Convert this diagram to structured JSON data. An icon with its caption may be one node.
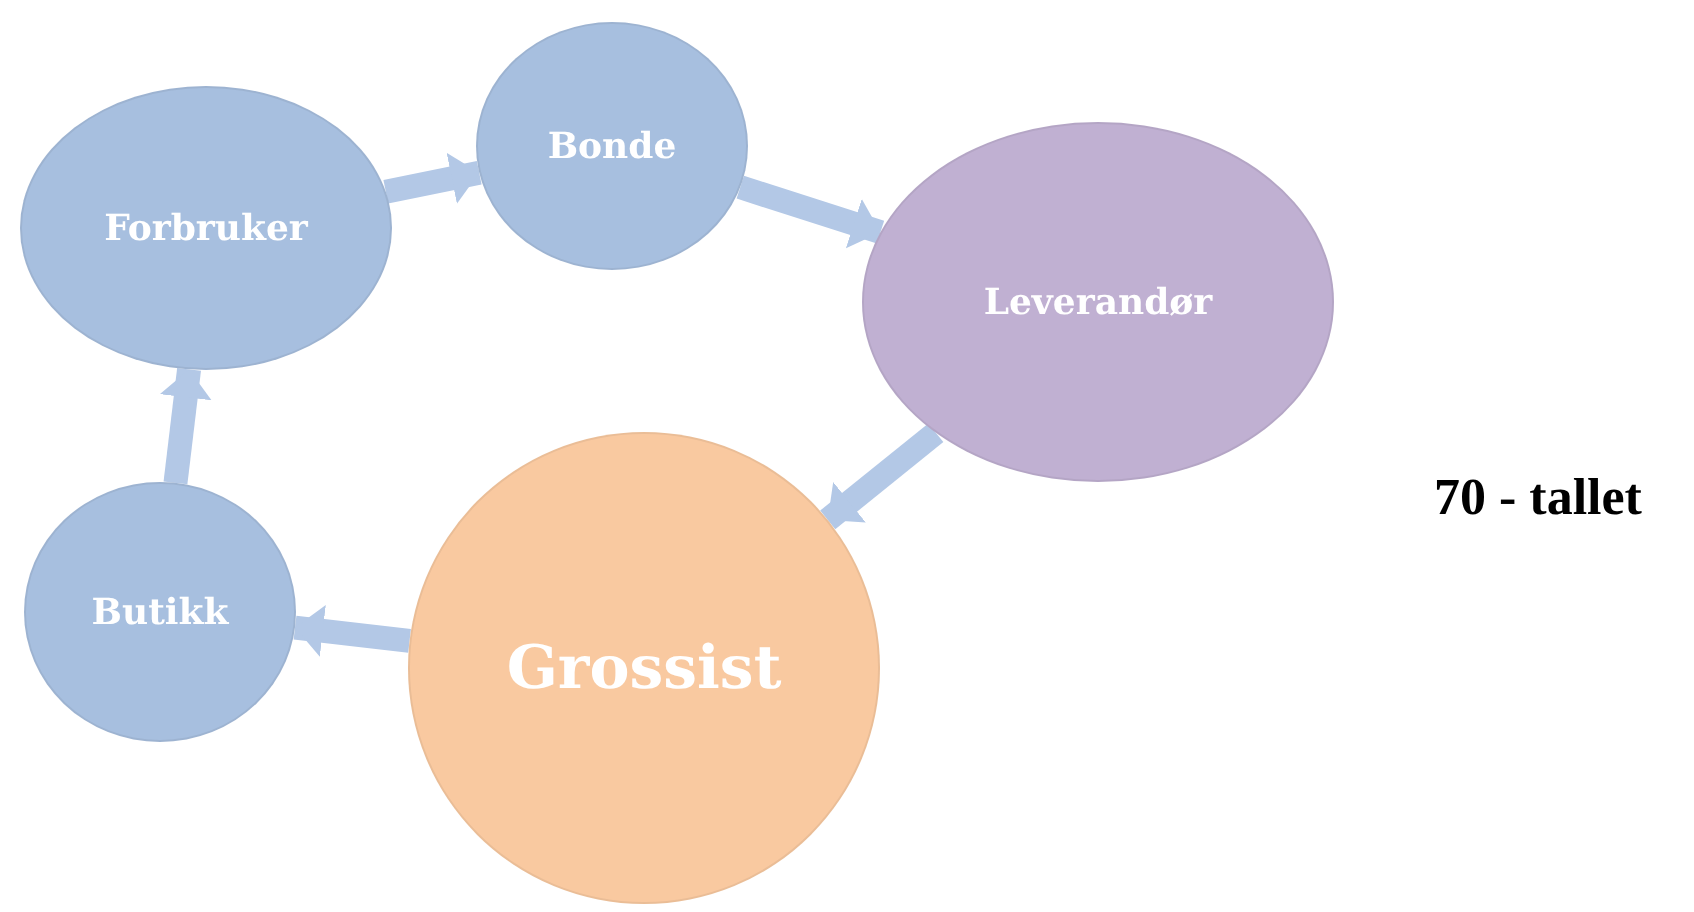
{
  "diagram": {
    "nodes": [
      {
        "text": [
          "Forbruker"
        ]
      },
      {
        "text": [
          "Bonde"
        ]
      },
      {
        "text": [
          "Leverandør"
        ]
      },
      {
        "text": [
          "Grossist"
        ]
      },
      {
        "text": [
          "Butikk"
        ]
      }
    ],
    "edges": [
      {
        "from": 0,
        "to": 1,
        "arrow": "to"
      },
      {
        "from": 1,
        "to": 2,
        "arrow": "to"
      },
      {
        "from": 2,
        "to": 3,
        "arrow": "to"
      },
      {
        "from": 3,
        "to": 4,
        "arrow": "to"
      },
      {
        "from": 4,
        "to": 0,
        "arrow": "to"
      }
    ],
    "labels": [
      "70 - tallet"
    ]
  }
}
